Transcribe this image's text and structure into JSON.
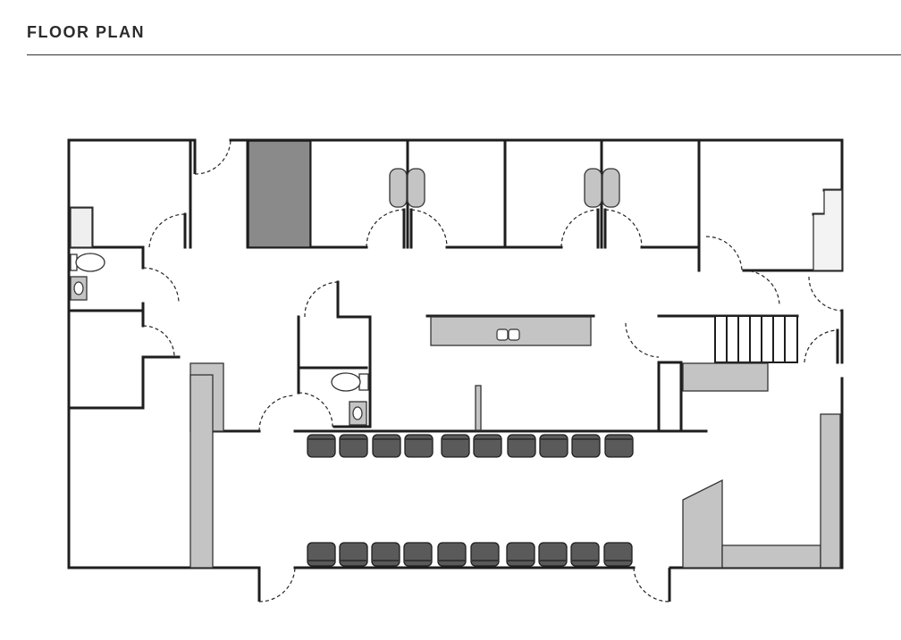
{
  "header": {
    "title": "FLOOR PLAN"
  },
  "colors": {
    "wall": "#1e1e1e",
    "fixture": "#c4c4c4",
    "dark_block": "#8a8a8a",
    "chair": "#5a5a5a",
    "background": "#ffffff"
  },
  "plan": {
    "counts": {
      "chairs_top_row": 10,
      "chairs_bottom_row": 10,
      "stair_treads": 7,
      "toilets": 2
    }
  }
}
